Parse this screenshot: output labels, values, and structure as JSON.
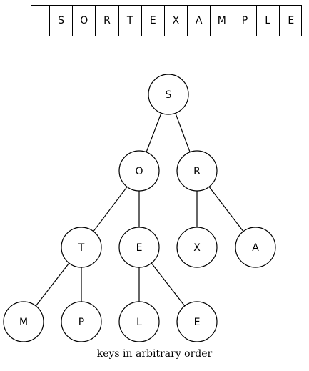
{
  "array": [
    "",
    "S",
    "O",
    "R",
    "T",
    "E",
    "X",
    "A",
    "M",
    "P",
    "L",
    "E"
  ],
  "tree": {
    "nodes": [
      "S",
      "O",
      "R",
      "T",
      "E",
      "X",
      "A",
      "M",
      "P",
      "L",
      "E"
    ]
  },
  "caption": "keys in arbitrary order"
}
